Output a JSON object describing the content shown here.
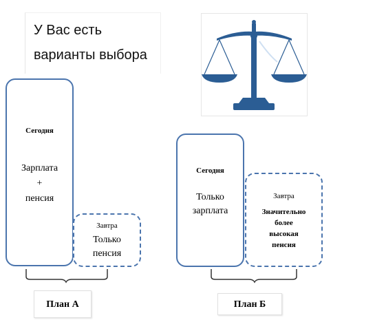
{
  "title": {
    "line1": "У Вас есть",
    "line2": "варианты выбора"
  },
  "icons": {
    "scale": "balance-scale-icon"
  },
  "colors": {
    "border": "#4a74ad",
    "scale": "#2b5d94",
    "bracket": "#333333"
  },
  "plan_a": {
    "today": {
      "heading": "Сегодня",
      "line1": "Зарплата",
      "line2": "+",
      "line3": "пенсия"
    },
    "tomorrow": {
      "heading": "Завтра",
      "line1": "Только",
      "line2": "пенсия"
    },
    "label": "План А"
  },
  "plan_b": {
    "today": {
      "heading": "Сегодня",
      "line1": "Только",
      "line2": "зарплата"
    },
    "tomorrow": {
      "heading": "Завтра",
      "line1": "Значительно",
      "line2": "более",
      "line3": "высокая",
      "line4": "пенсия"
    },
    "label": "План Б"
  }
}
